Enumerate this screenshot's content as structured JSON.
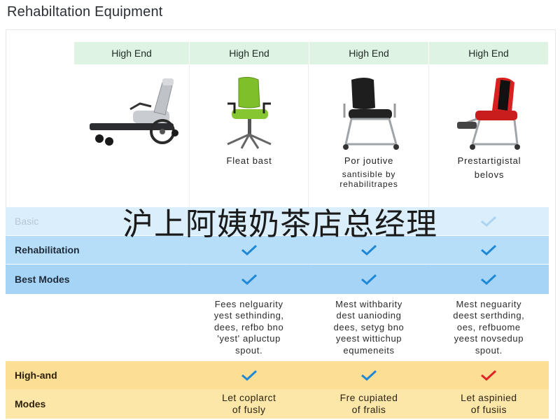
{
  "title": "Rehabiltation Equipment",
  "tiers": [
    "High End",
    "High End",
    "High End",
    "High End"
  ],
  "products": [
    {
      "icon": "wheelchair-recliner-icon",
      "caption": "Fleat bast",
      "sub": ""
    },
    {
      "icon": "green-office-chair-icon",
      "caption": "Por joutive",
      "sub": "santisible by\nrehabilitrapes"
    },
    {
      "icon": "black-rehab-chair-icon",
      "caption": "Prestartigistal",
      "sub": "belovs"
    }
  ],
  "features": {
    "basic": {
      "label": "Basic"
    },
    "rehab": {
      "label": "Rehabilitation"
    },
    "modes": {
      "label": "Best Modes"
    },
    "high": {
      "label": "High-and"
    },
    "modes2": {
      "label": "Modes"
    }
  },
  "descriptions": [
    "Fees nelguarity\nyest sethinding,\ndees, refbo bno\n'yest' apluctup\nspout.",
    "Mest withbarity\ndest uanioding\ndees, setyg bno\nyeest wittichup\nequmeneits",
    "Mest neguarity\ndeest serthding,\noes, refbuome\nyeest novsedup\nspout."
  ],
  "footer": [
    "Let coplarct\nof fusly",
    "Fre cupiated\nof fralis",
    "Let aspinied\nof fusiis"
  ],
  "overlay_text": "沪上阿姨奶茶店总经理",
  "colors": {
    "check_blue": "#1e88d6",
    "check_red": "#e02424",
    "check_faint": "#aad4f2"
  }
}
